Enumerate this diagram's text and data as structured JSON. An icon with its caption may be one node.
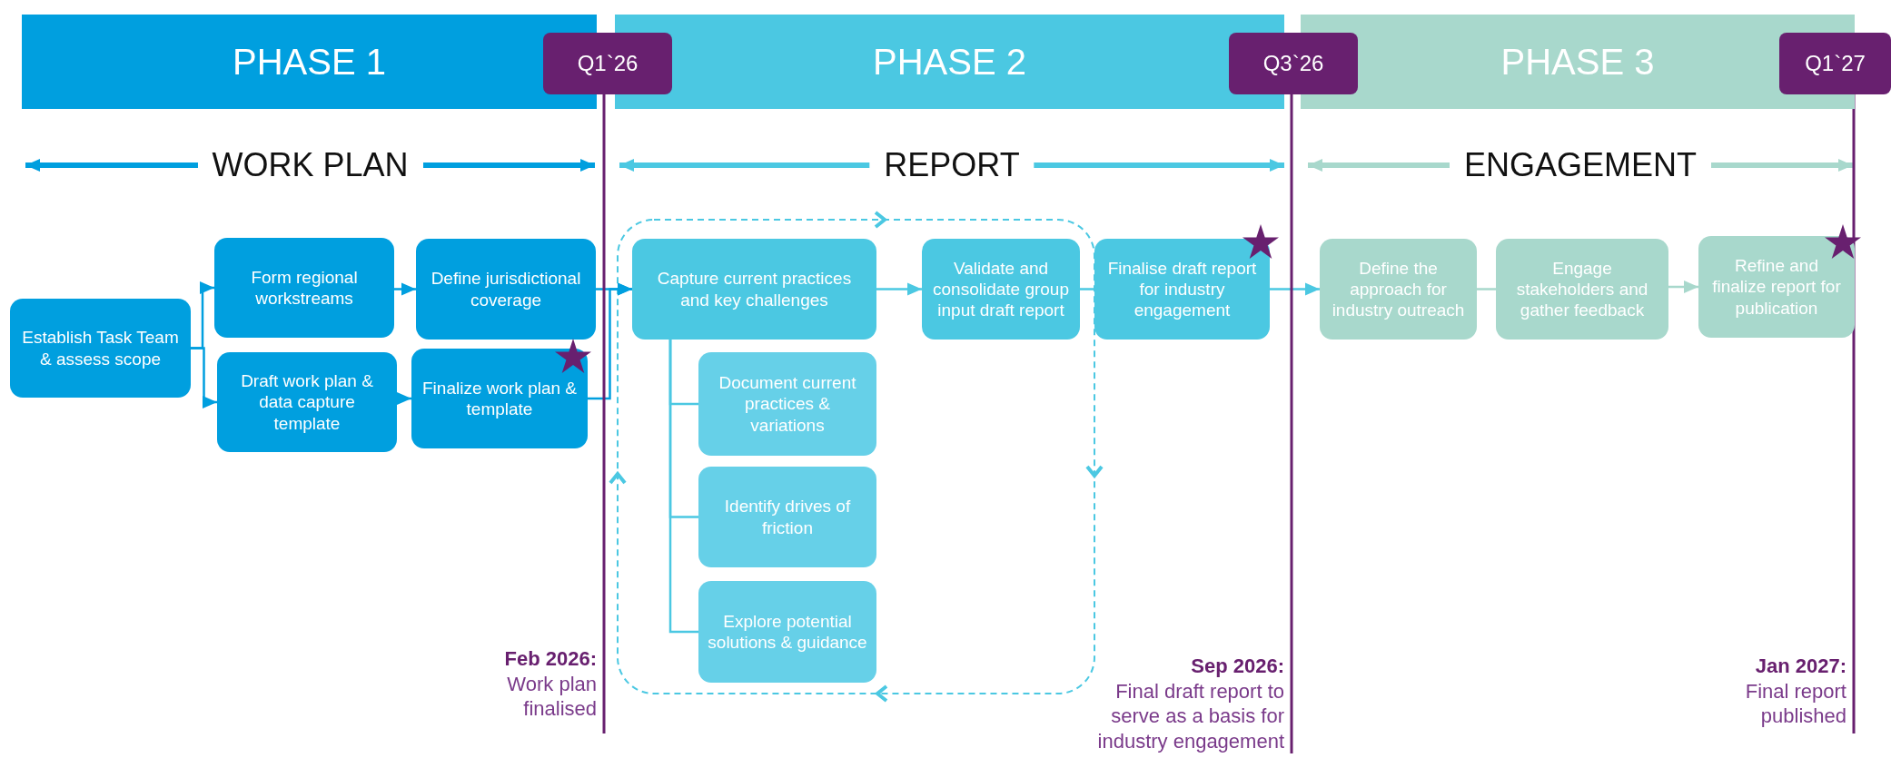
{
  "diagram": {
    "nodes": [
      {
        "text": [
          "PHASE 1"
        ]
      },
      {
        "text": [
          "Q1`26"
        ]
      },
      {
        "text": [
          "PHASE 2"
        ]
      },
      {
        "text": [
          "Q3`26"
        ]
      },
      {
        "text": [
          "PHASE 3"
        ]
      },
      {
        "text": [
          "Q1`27"
        ]
      },
      {
        "text": [
          "Establish Task Team & assess scope"
        ]
      },
      {
        "text": [
          "Form regional workstreams"
        ]
      },
      {
        "text": [
          "Draft work plan & data capture template"
        ]
      },
      {
        "text": [
          "Define jurisdictional coverage"
        ]
      },
      {
        "text": [
          "Finalize work plan & template"
        ]
      },
      {
        "text": [
          "Capture current practices and key challenges"
        ]
      },
      {
        "text": [
          "Document current practices & variations"
        ]
      },
      {
        "text": [
          "Identify drives of friction"
        ]
      },
      {
        "text": [
          "Explore potential solutions & guidance"
        ]
      },
      {
        "text": [
          "Validate and consolidate group input draft report"
        ]
      },
      {
        "text": [
          "Finalise draft report for industry engagement"
        ]
      },
      {
        "text": [
          "Define the approach for industry outreach"
        ]
      },
      {
        "text": [
          "Engage stakeholders and gather feedback"
        ]
      },
      {
        "text": [
          "Refine and finalize report for publication"
        ]
      },
      {
        "text": [
          "**Feb 2026:** Work plan finalised"
        ]
      },
      {
        "text": [
          "**Sep 2026:** Final draft report to serve as a basis for industry engagement"
        ]
      },
      {
        "text": [
          "**Jan 2027:** Final report published"
        ]
      }
    ],
    "edges": [
      {
        "from": 6,
        "to": 7,
        "arrow": "to"
      },
      {
        "from": 6,
        "to": 8,
        "arrow": "to"
      },
      {
        "from": 7,
        "to": 9,
        "arrow": "to"
      },
      {
        "from": 8,
        "to": 10,
        "arrow": "to"
      },
      {
        "from": 9,
        "to": 11,
        "arrow": "to"
      },
      {
        "from": 10,
        "to": 11,
        "arrow": "to"
      },
      {
        "from": 11,
        "to": 15,
        "arrow": "to",
        "color": "#4bc8e2"
      },
      {
        "from": 11,
        "to": 12,
        "arrow": "none",
        "color": "#4bc8e2"
      },
      {
        "from": 11,
        "to": 13,
        "arrow": "none",
        "color": "#4bc8e2"
      },
      {
        "from": 11,
        "to": 14,
        "arrow": "none",
        "color": "#4bc8e2"
      },
      {
        "from": 15,
        "to": 16,
        "arrow": "none",
        "color": "#4bc8e2"
      },
      {
        "from": 16,
        "to": 17,
        "arrow": "to",
        "color": "#4bc8e2"
      },
      {
        "from": 17,
        "to": 18,
        "arrow": "none",
        "color": "#a8d8cc"
      },
      {
        "from": 18,
        "to": 19,
        "arrow": "to",
        "color": "#a8d8cc"
      },
      {
        "from": 1,
        "to": 20,
        "arrow": "none",
        "color": "#68206f"
      },
      {
        "from": 3,
        "to": 21,
        "arrow": "none",
        "color": "#68206f"
      },
      {
        "from": 5,
        "to": 22,
        "arrow": "none",
        "color": "#68206f"
      }
    ],
    "labels": [
      "WORK PLAN",
      "REPORT",
      "ENGAGEMENT"
    ]
  }
}
